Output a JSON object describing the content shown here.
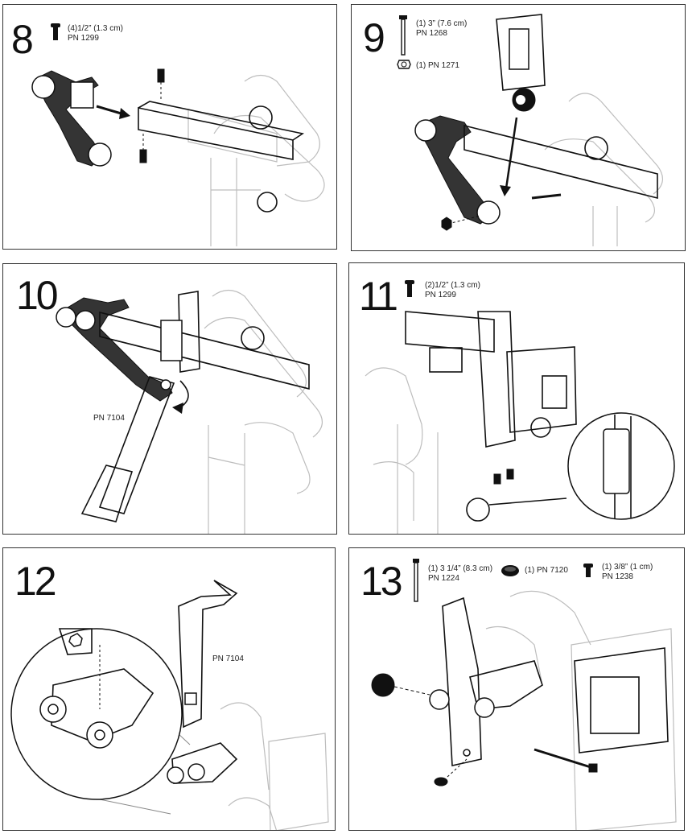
{
  "steps": [
    {
      "number": "8",
      "parts": [
        {
          "icon": "screw-icon",
          "line1": "(4)1/2” (1.3 cm)",
          "line2": "PN 1299"
        }
      ]
    },
    {
      "number": "9",
      "parts": [
        {
          "icon": "bolt-icon",
          "line1": "(1) 3” (7.6 cm)",
          "line2": "PN 1268"
        },
        {
          "icon": "nut-icon",
          "line1": "(1) PN 1271"
        }
      ]
    },
    {
      "number": "10",
      "labels": [
        "PN 7104"
      ]
    },
    {
      "number": "11",
      "parts": [
        {
          "icon": "screw-icon",
          "line1": "(2)1/2” (1.3 cm)",
          "line2": "PN 1299"
        }
      ]
    },
    {
      "number": "12",
      "labels": [
        "PN 7104"
      ]
    },
    {
      "number": "13",
      "parts": [
        {
          "icon": "bolt-icon",
          "line1": "(1) 3 1/4” (8.3 cm)",
          "line2": "PN 1224"
        },
        {
          "icon": "knob-icon",
          "line1": "(1) PN 7120"
        },
        {
          "icon": "screw-icon",
          "line1": "(1) 3/8” (1 cm)",
          "line2": "PN 1238"
        }
      ]
    }
  ]
}
